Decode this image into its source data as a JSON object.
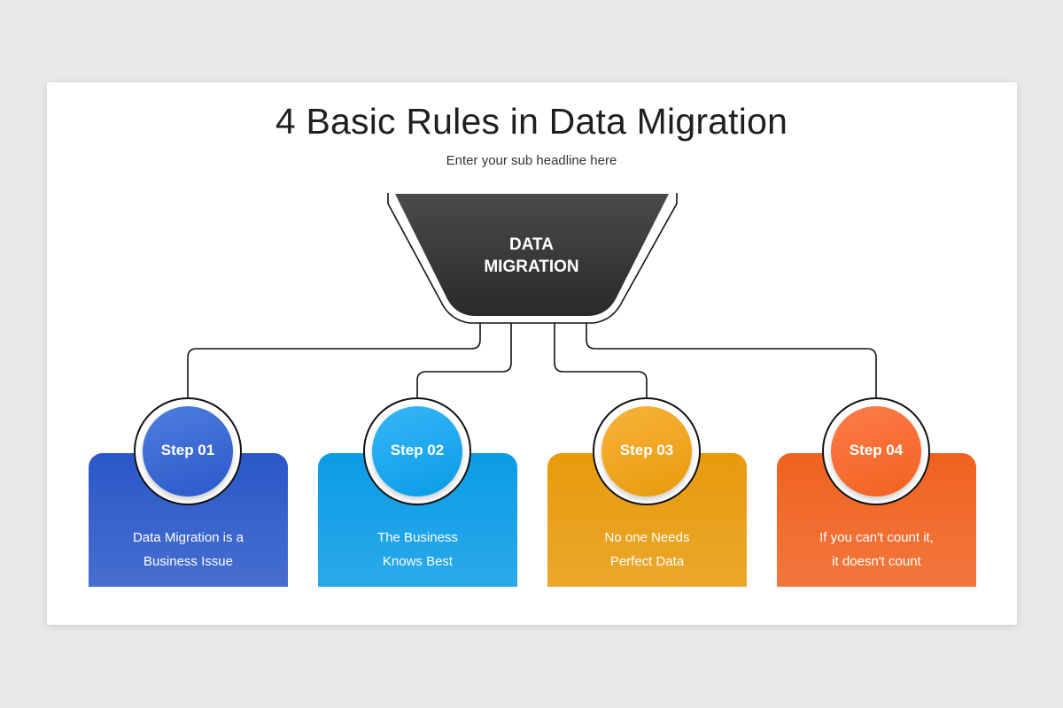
{
  "title": "4 Basic Rules in Data Migration",
  "subtitle": "Enter your sub headline here",
  "hub": {
    "line1": "DATA",
    "line2": "MIGRATION",
    "color": "#3a3a3a"
  },
  "steps": [
    {
      "label": "Step 01",
      "line1": "Data Migration is a",
      "line2": "Business Issue",
      "card_color": "#2a58c8",
      "circle_color": "#4f7ee0"
    },
    {
      "label": "Step 02",
      "line1": "The Business",
      "line2": "Knows Best",
      "card_color": "#0a9ce6",
      "circle_color": "#36b6f8"
    },
    {
      "label": "Step 03",
      "line1": "No one Needs",
      "line2": "Perfect Data",
      "card_color": "#e79a0b",
      "circle_color": "#f9b33a"
    },
    {
      "label": "Step 04",
      "line1": "If you can't count it,",
      "line2": "it doesn't count",
      "card_color": "#f0621f",
      "circle_color": "#ff7c4a"
    }
  ]
}
